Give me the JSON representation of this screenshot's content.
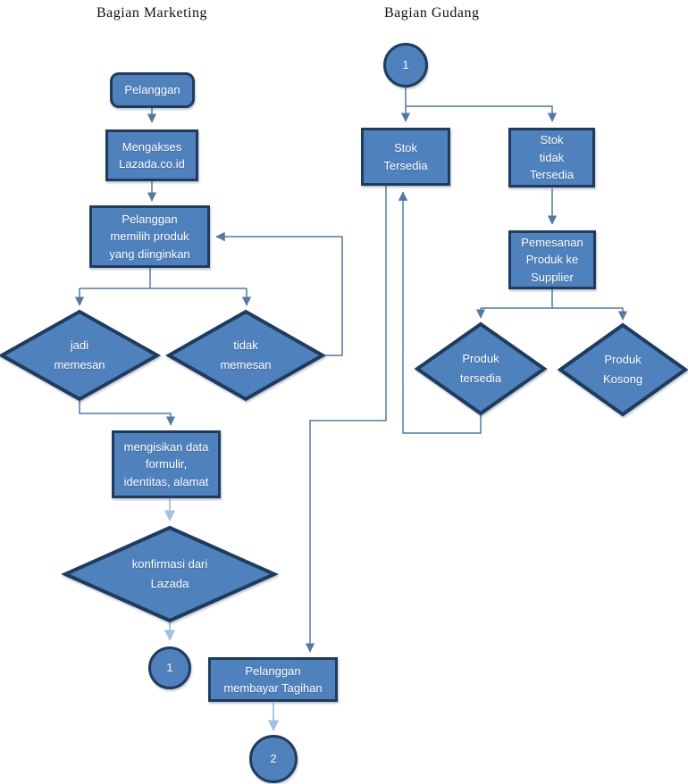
{
  "titles": {
    "marketing": "Bagian Marketing",
    "gudang": "Bagian Gudang"
  },
  "nodes": {
    "pelanggan": "Pelanggan",
    "mengakses": "Mengakses\nLazada.co.id",
    "memilih_produk": "Pelanggan\nmemilih produk\nyang diinginkan",
    "jadi_memesan": "jadi\nmemesan",
    "tidak_memesan": "tidak\nmemesan",
    "mengisikan_data": "mengisikan data\nformulir,\nidentitas, alamat",
    "konfirmasi": "konfirmasi dari\nLazada",
    "off_page_1_marketing": "1",
    "membayar": "Pelanggan\nmembayar Tagihan",
    "off_page_2": "2",
    "off_page_1_gudang": "1",
    "stok_tersedia": "Stok\nTersedia",
    "stok_tidak_tersedia": "Stok\ntidak\nTersedia",
    "pemesanan_supplier": "Pemesanan\nProduk ke\nSupplier",
    "produk_tersedia": "Produk\ntersedia",
    "produk_kosong": "Produk\nKosong"
  },
  "colors": {
    "shape_fill": "#4f81bd",
    "shape_border": "#1f3b5d",
    "connector": "#54789f",
    "connector_light": "#a3c2e2",
    "shape_text": "#ffffff",
    "title_text": "#111111"
  }
}
